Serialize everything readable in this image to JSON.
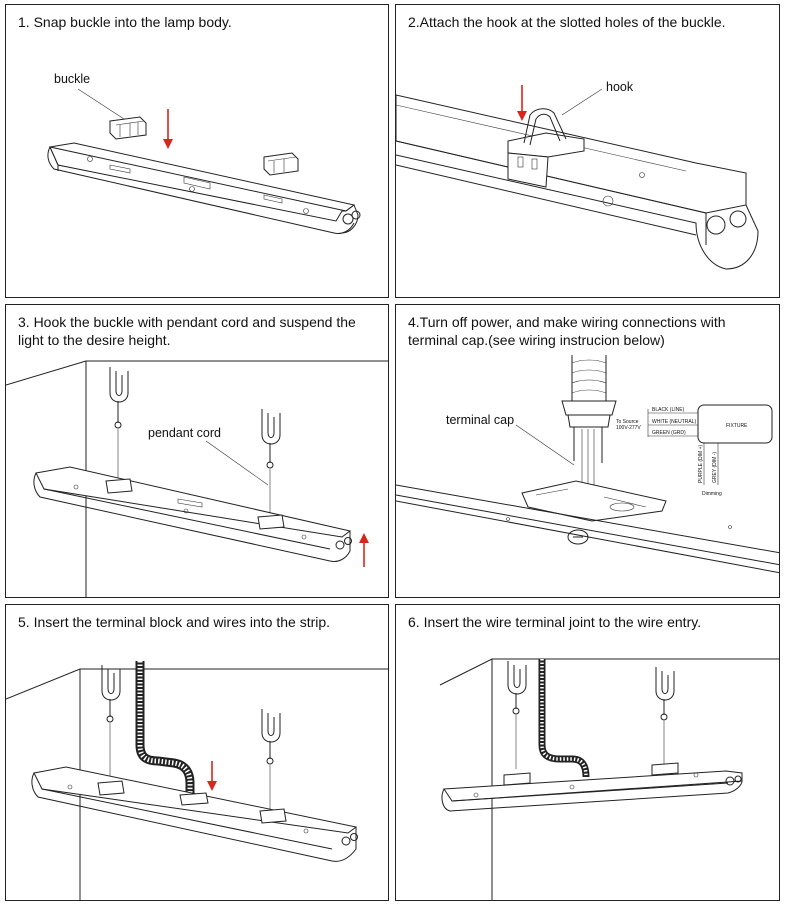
{
  "steps": [
    {
      "title": "1. Snap buckle into the lamp body.",
      "labels": {
        "buckle": "buckle"
      }
    },
    {
      "title": "2.Attach the hook at the slotted holes of the buckle.",
      "labels": {
        "hook": "hook"
      }
    },
    {
      "title": "3. Hook the buckle with pendant cord and suspend the light to the desire height.",
      "labels": {
        "pendant_cord": "pendant cord"
      }
    },
    {
      "title": "4.Turn off power, and make wiring connections with terminal cap.(see wiring instrucion below)",
      "labels": {
        "terminal_cap": "terminal cap",
        "to_source": "To Source",
        "voltage": "100V-277V",
        "black": "BLACK (LINE)",
        "white": "WHITE (NEUTRAL)",
        "green": "GREEN (GRD)",
        "fixture": "FIXTURE",
        "purple": "PURPLE (DIM +)",
        "grey": "GREY (DIM -)",
        "dimming": "Dimming"
      }
    },
    {
      "title": "5. Insert the terminal block and wires into the strip.",
      "labels": {}
    },
    {
      "title": "6. Insert the wire terminal joint to the wire entry.",
      "labels": {}
    }
  ],
  "colors": {
    "arrow": "#d9261c",
    "line": "#222222"
  }
}
